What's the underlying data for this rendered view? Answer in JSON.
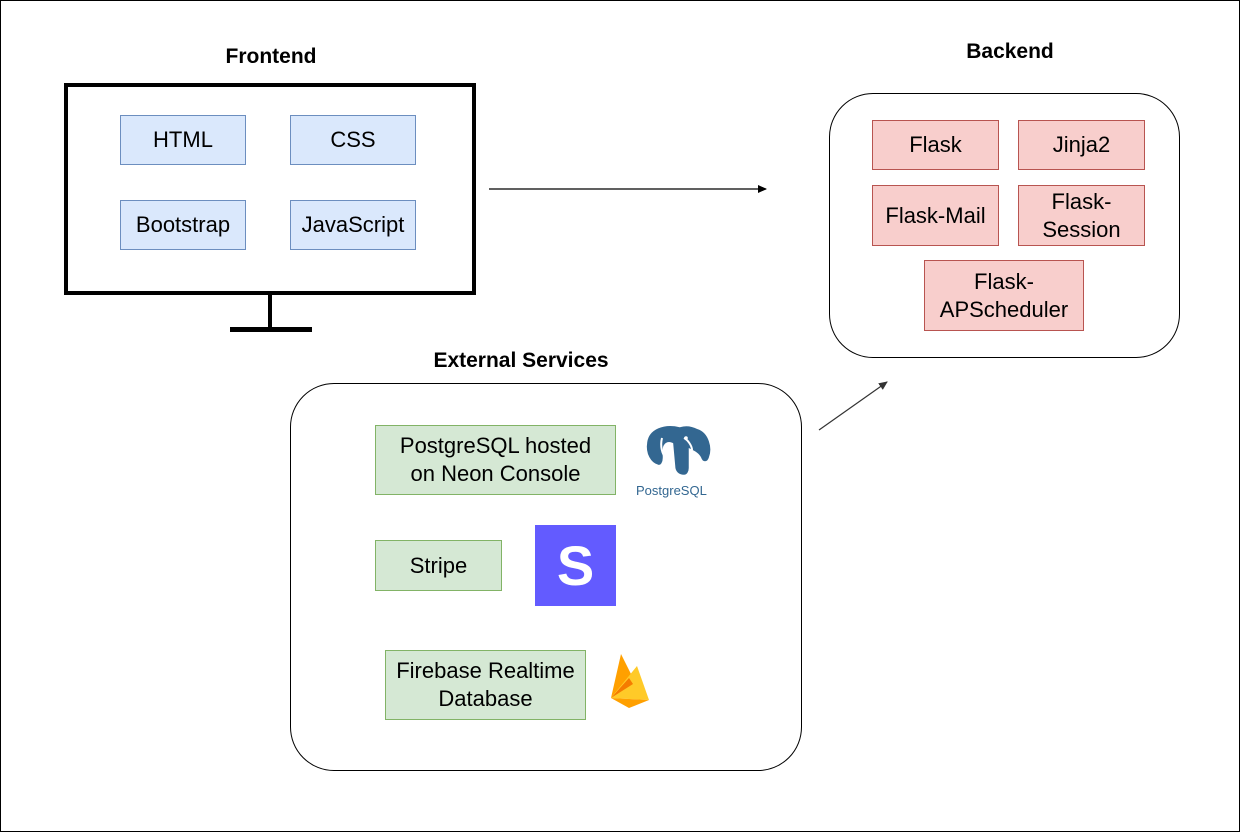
{
  "frontend": {
    "title": "Frontend",
    "items": [
      "HTML",
      "CSS",
      "Bootstrap",
      "JavaScript"
    ]
  },
  "backend": {
    "title": "Backend",
    "items": [
      "Flask",
      "Jinja2",
      "Flask-Mail",
      "Flask-\nSession",
      "Flask-\nAPScheduler"
    ]
  },
  "external": {
    "title": "External Services",
    "items": [
      "PostgreSQL hosted\non Neon Console",
      "Stripe",
      "Firebase Realtime\nDatabase"
    ],
    "logos": {
      "postgres_label": "PostgreSQL",
      "stripe_letter": "S"
    }
  },
  "colors": {
    "frontend_fill": "#dae8fc",
    "backend_fill": "#f8cecc",
    "external_fill": "#d5e8d4",
    "stripe": "#635bff",
    "postgres": "#336791",
    "firebase_yellow": "#ffca28",
    "firebase_orange": "#f57c00"
  },
  "icons": [
    "monitor-icon",
    "postgresql-logo",
    "stripe-logo",
    "firebase-logo"
  ]
}
